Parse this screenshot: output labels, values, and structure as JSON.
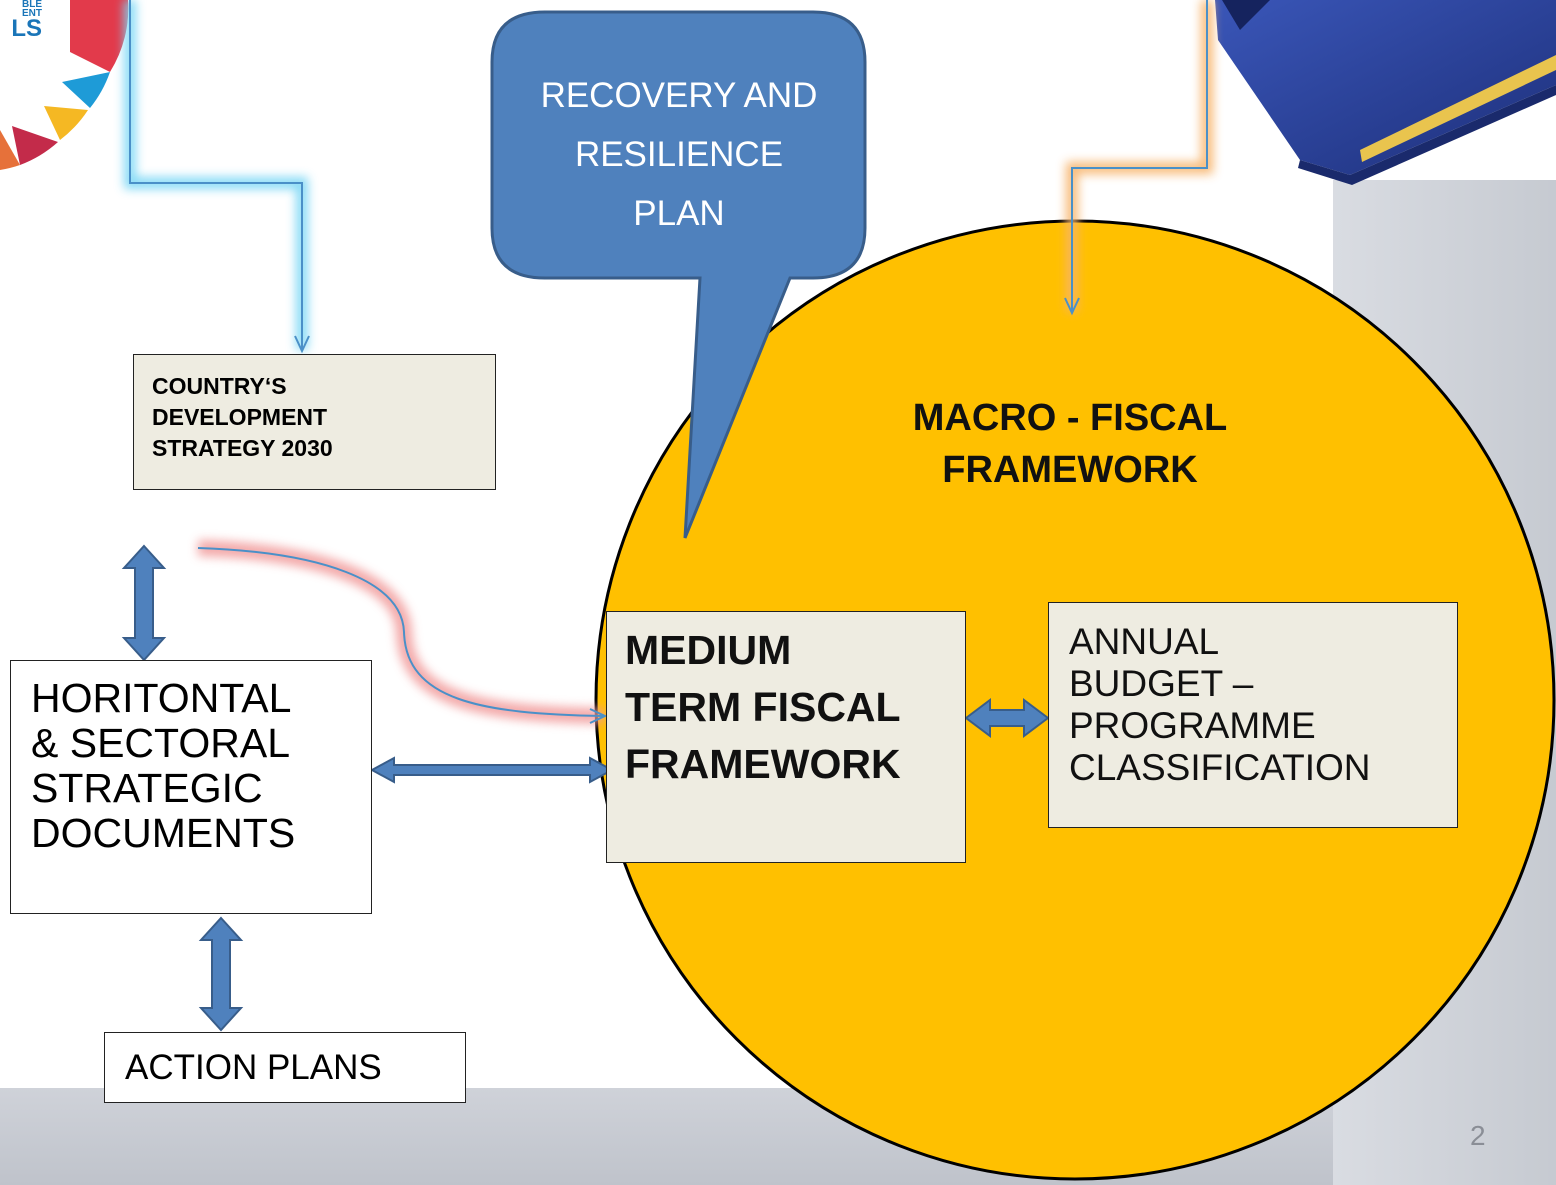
{
  "bubble": {
    "lines": [
      "RECOVERY AND",
      "RESILIENCE",
      "PLAN"
    ]
  },
  "boxes": {
    "country_strategy": {
      "lines": [
        "COUNTRY‘S",
        "DEVELOPMENT",
        "STRATEGY 2030"
      ]
    },
    "strategic_documents": {
      "lines": [
        "HORITONTAL",
        "& SECTORAL",
        "STRATEGIC",
        "DOCUMENTS"
      ]
    },
    "action_plans": {
      "label": "ACTION PLANS"
    },
    "mtff": {
      "lines": [
        "MEDIUM",
        "TERM FISCAL",
        "FRAMEWORK"
      ]
    },
    "annual_budget": {
      "lines": [
        "ANNUAL",
        "BUDGET –",
        "PROGRAMME",
        "CLASSIFICATION"
      ]
    }
  },
  "macro_fiscal": {
    "lines": [
      "MACRO - FISCAL",
      "FRAMEWORK"
    ]
  },
  "sdg_logo": {
    "lines": [
      "BLE",
      "ENT",
      "LS"
    ]
  },
  "page_number": "2",
  "colors": {
    "circle_fill": "#ffc000",
    "bubble_fill": "#4f81bd",
    "box_fill": "#eeece1",
    "double_arrow": "#4f81bd"
  },
  "icons": [
    "sdg-wheel-icon",
    "constitution-book-icon"
  ]
}
